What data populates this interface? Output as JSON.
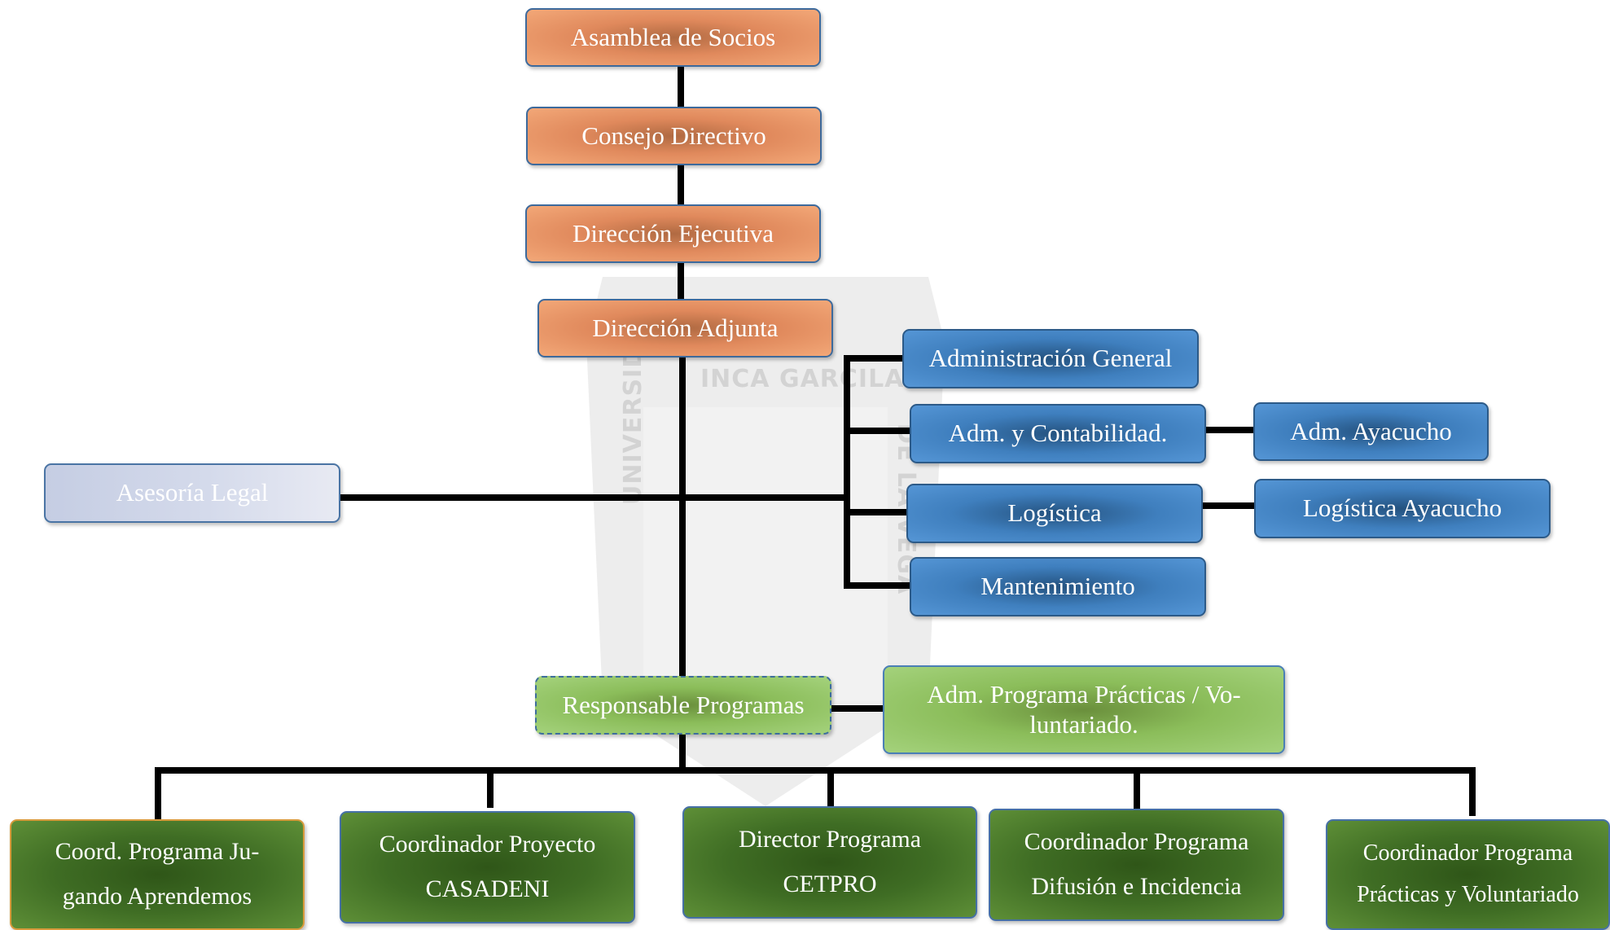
{
  "watermark": {
    "top": "INCA GARCILASO",
    "left": "UNIVERSIDAD",
    "right": "DE LA VEGA"
  },
  "nodes": {
    "asamblea": "Asamblea de Socios",
    "consejo": "Consejo Directivo",
    "direccion_ejecutiva": "Dirección Ejecutiva",
    "direccion_adjunta": "Dirección Adjunta",
    "administracion_general": "Administración General",
    "adm_contabilidad": "Adm. y Contabilidad.",
    "adm_ayacucho": "Adm. Ayacucho",
    "logistica": "Logística",
    "logistica_ayacucho": "Logística Ayacucho",
    "mantenimiento": "Mantenimiento",
    "asesoria_legal": "Asesoría Legal",
    "responsable_programas": "Responsable Programas",
    "adm_programa_practicas": "Adm. Programa Prácticas / Vo-\nluntariado.",
    "coord_jugando": "Coord. Programa Ju-\ngando Aprendemos",
    "coord_casadeni": "Coordinador Proyecto\nCASADENI",
    "director_cetpro": "Director Programa\nCETPRO",
    "coord_difusion": "Coordinador Programa\nDifusión e Incidencia",
    "coord_practicas": "Coordinador Programa\nPrácticas y Voluntariado"
  },
  "colors": {
    "orange_box": "#e0895c",
    "blue_box": "#3f7fbe",
    "light_green_box": "#8bbd5a",
    "dark_green_box": "#3f6d24",
    "lavender_box": "#d4daeb",
    "connector": "#000000"
  }
}
